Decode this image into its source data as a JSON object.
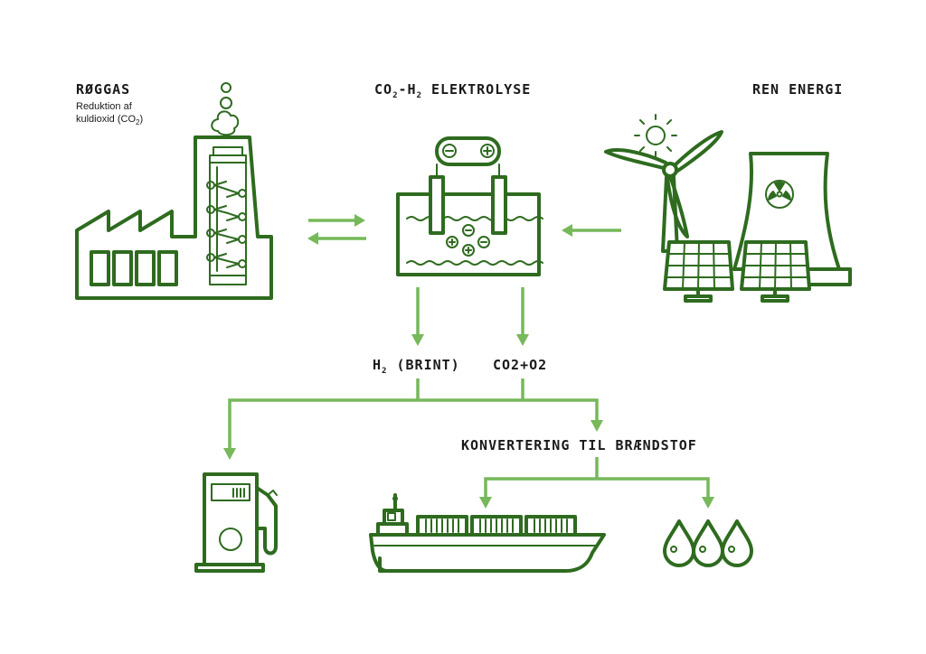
{
  "labels": {
    "roggas_title": "RØGGAS",
    "roggas_sub1": "Reduktion af",
    "roggas_sub2": "kuldioxid (CO",
    "roggas_sub2_sub": "2",
    "roggas_sub2_end": ")",
    "elektrolyse_a": "CO",
    "elektrolyse_sub1": "2",
    "elektrolyse_b": "-H",
    "elektrolyse_sub2": "2",
    "elektrolyse_c": " ELEKTROLYSE",
    "ren_energi": "REN ENERGI",
    "h2_a": "H",
    "h2_sub": "2",
    "h2_b": " (BRINT)",
    "co2o2": "CO2+O2",
    "konvertering": "KONVERTERING TIL BRÆNDSTOF"
  },
  "colors": {
    "dark_green": "#2e6b1f",
    "light_green": "#76b85a"
  },
  "icons": {
    "factory": "factory-icon",
    "electrolyser": "electrolyser-icon",
    "energy": "renewable-energy-icon",
    "fuel_pump": "fuel-pump-icon",
    "ship": "container-ship-icon",
    "drops": "fuel-drops-icon"
  }
}
